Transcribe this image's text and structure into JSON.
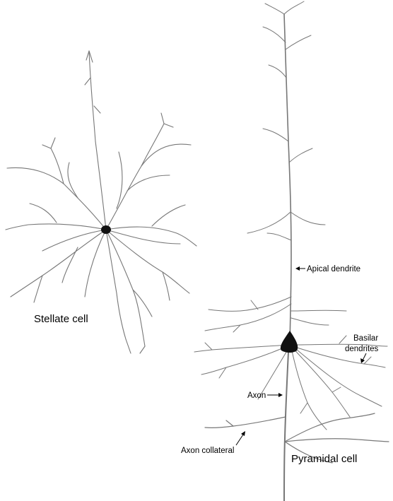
{
  "labels": {
    "stellate_cell": "Stellate cell",
    "pyramidal_cell": "Pyramidal cell",
    "apical_dendrite": "Apical dendrite",
    "basilar_dendrites_line1": "Basilar",
    "basilar_dendrites_line2": "dendrites",
    "axon": "Axon",
    "axon_collateral": "Axon collateral"
  },
  "colors": {
    "background": "#ffffff",
    "neuron_stroke": "#777777",
    "soma_fill": "#111111",
    "label_text": "#000000"
  }
}
